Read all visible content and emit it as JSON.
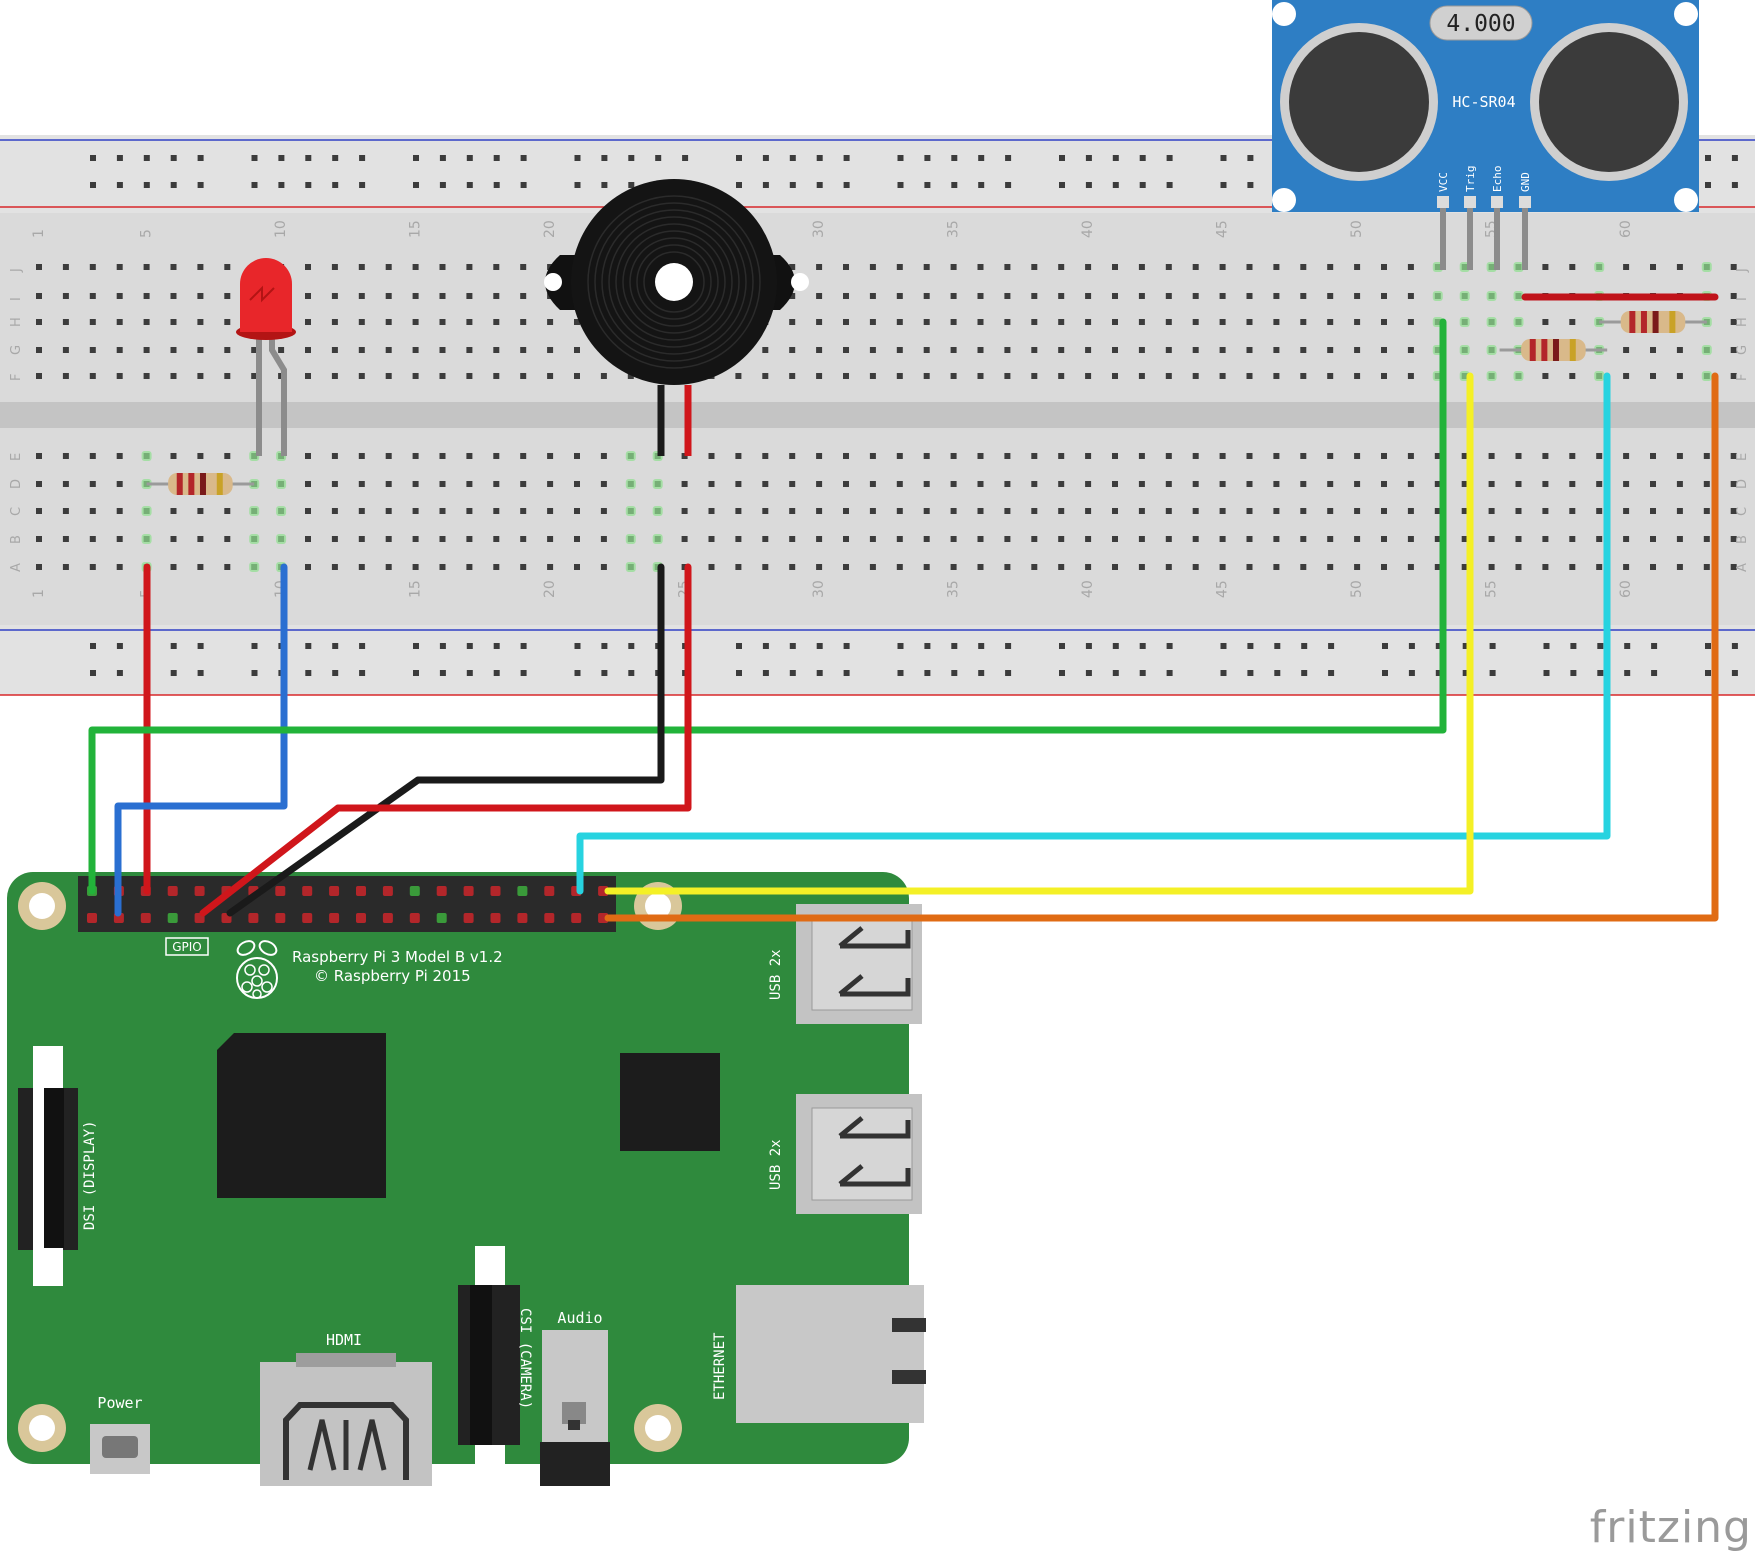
{
  "breadboard": {
    "col_numbers": [
      "1",
      "5",
      "10",
      "15",
      "20",
      "25",
      "30",
      "35",
      "40",
      "45",
      "50",
      "55",
      "60"
    ],
    "row_letters_top": [
      "J",
      "I",
      "H",
      "G",
      "F"
    ],
    "row_letters_bottom": [
      "E",
      "D",
      "C",
      "B",
      "A"
    ]
  },
  "sensor": {
    "name": "HC-SR04",
    "crystal": "4.000",
    "pins": [
      "VCC",
      "Trig",
      "Echo",
      "GND"
    ]
  },
  "pi": {
    "model": "Raspberry Pi 3 Model B v1.2",
    "copyright": "© Raspberry Pi 2015",
    "gpio": "GPIO",
    "usb_top": "USB 2x",
    "usb_bottom": "USB 2x",
    "dsi": "DSI (DISPLAY)",
    "csi": "CSI (CAMERA)",
    "audio": "Audio",
    "hdmi": "HDMI",
    "power": "Power",
    "ethernet": "ETHERNET"
  },
  "watermark": "fritzing",
  "colors": {
    "board_green": "#2f8a3d",
    "breadboard": "#d9d9d9",
    "sensor_blue": "#2e7ec4",
    "wire_red": "#d0161b",
    "wire_blue": "#2a6fd1",
    "wire_green": "#22b33a",
    "wire_black": "#1a1a1a",
    "wire_cyan": "#27d3e0",
    "wire_yellow": "#f4f026",
    "wire_orange": "#e06b14"
  }
}
